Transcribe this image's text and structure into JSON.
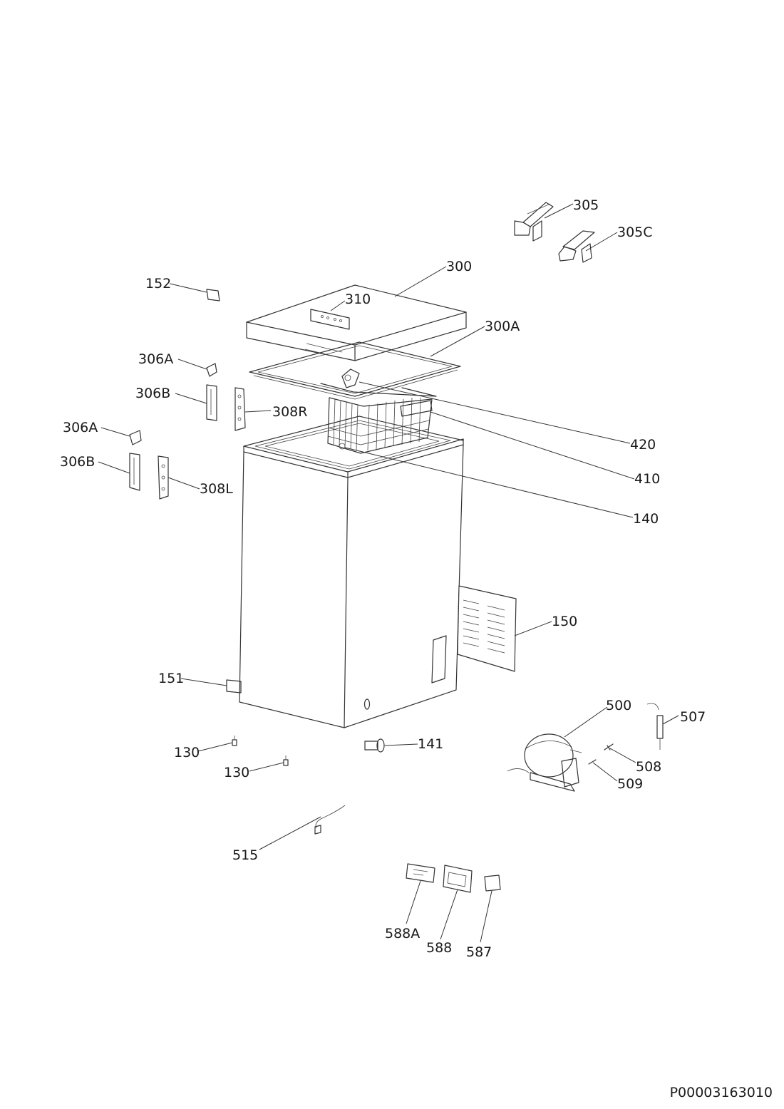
{
  "labels": {
    "l305": "305",
    "l305C": "305C",
    "l300": "300",
    "l152": "152",
    "l310": "310",
    "l300A": "300A",
    "l306A_top": "306A",
    "l306B_top": "306B",
    "l308R": "308R",
    "l306A_bottom": "306A",
    "l306B_bottom": "306B",
    "l308L": "308L",
    "l420": "420",
    "l410": "410",
    "l140": "140",
    "l150": "150",
    "l151": "151",
    "l500": "500",
    "l507": "507",
    "l508": "508",
    "l509": "509",
    "l130_a": "130",
    "l130_b": "130",
    "l141": "141",
    "l515": "515",
    "l588A": "588A",
    "l588": "588",
    "l587": "587"
  },
  "document_code": "P00003163010"
}
